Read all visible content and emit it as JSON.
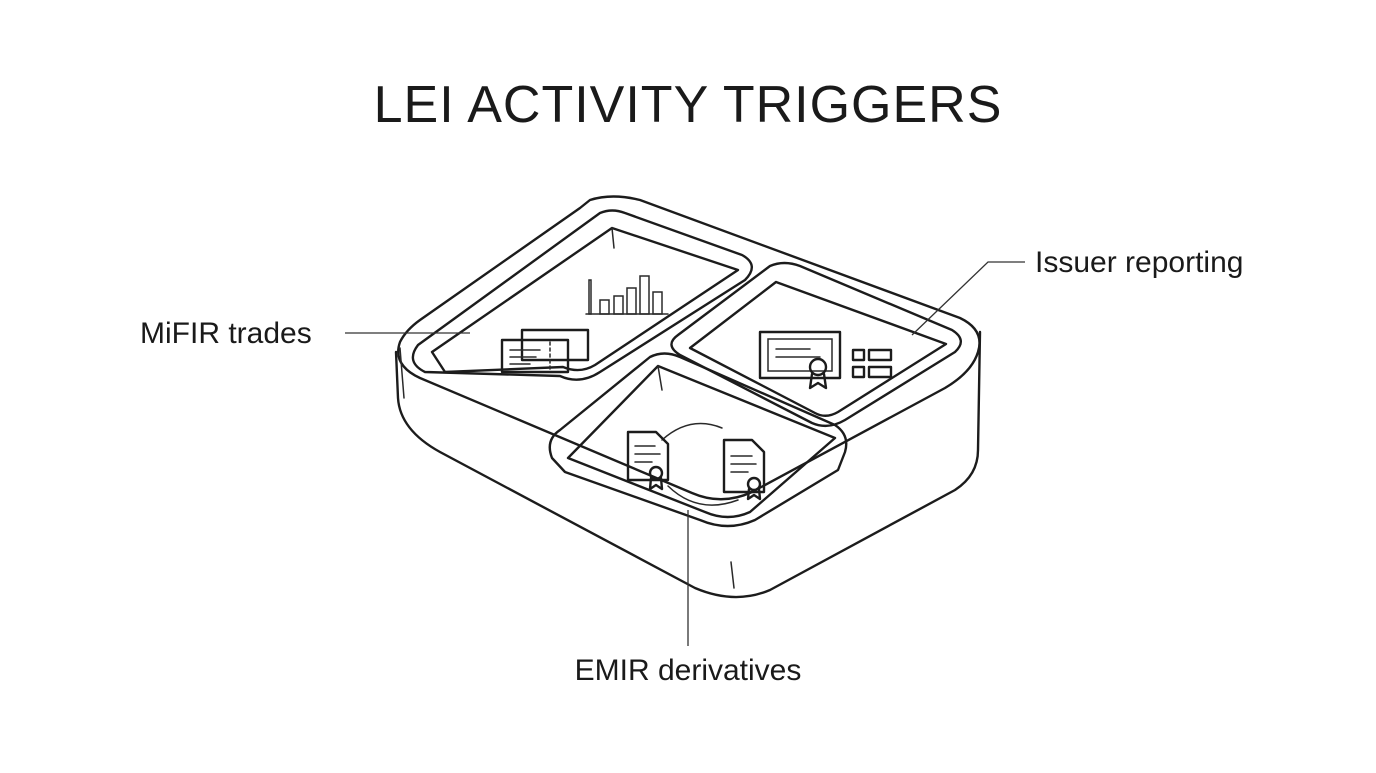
{
  "title": "LEI ACTIVITY TRIGGERS",
  "labels": {
    "mifir": "MiFIR trades",
    "issuer": "Issuer reporting",
    "emir": "EMIR derivatives"
  },
  "icons": {
    "mifir": [
      "bar-chart-icon",
      "ticket-icon"
    ],
    "issuer": [
      "certificate-icon",
      "list-icon"
    ],
    "emir": [
      "document-exchange-icon"
    ]
  },
  "colors": {
    "ink": "#1c1c1c",
    "accent_red": "#d9867c",
    "compartment_light": "#eeeeee",
    "compartment_mid": "#dcdcdc",
    "compartment_dark": "#cfcfcf",
    "tray_outer": "#ffffff"
  }
}
